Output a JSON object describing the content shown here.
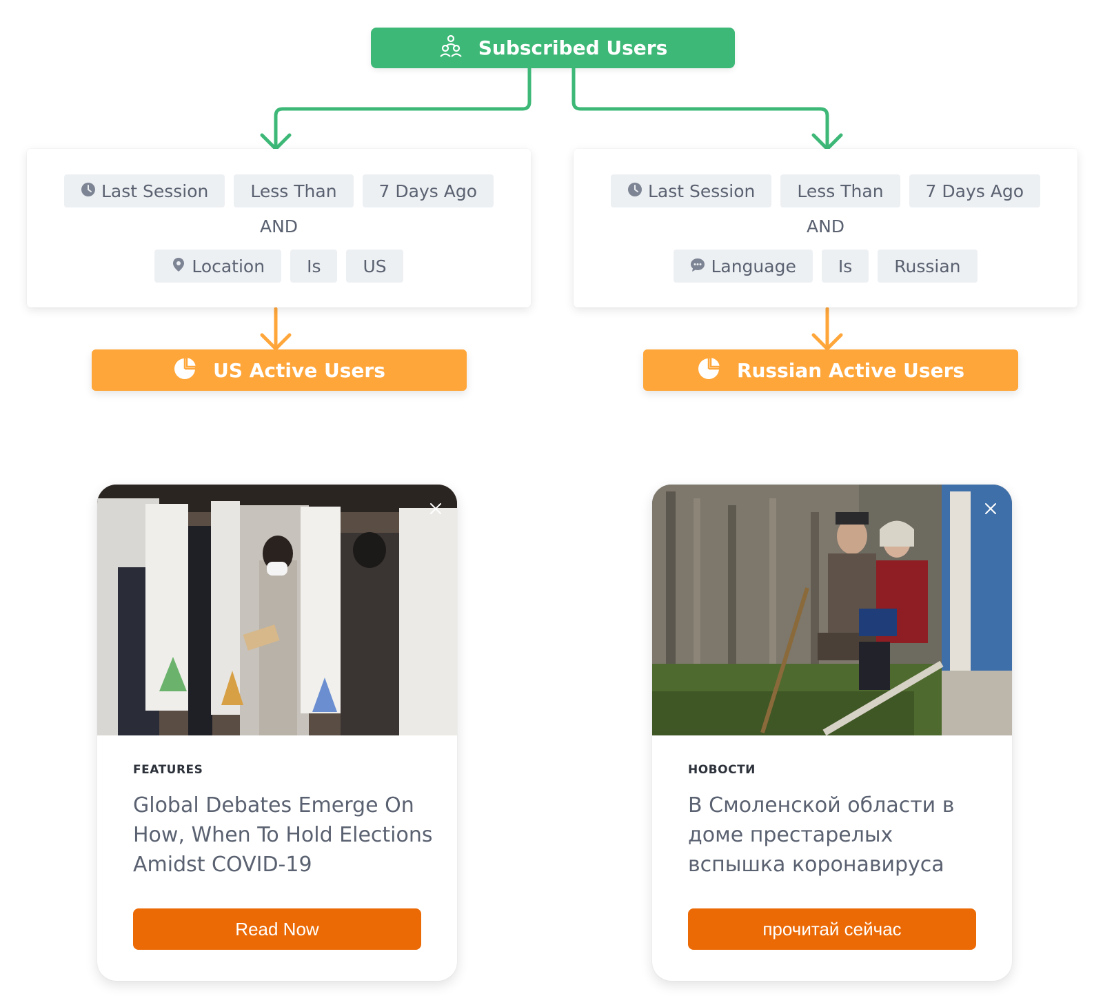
{
  "root": {
    "label": "Subscribed Users",
    "icon": "users-group-icon",
    "color": "#3db877"
  },
  "filters": [
    {
      "condition1": {
        "field": "Last Session",
        "field_icon": "clock-icon",
        "operator": "Less Than",
        "value": "7 Days Ago"
      },
      "joiner": "AND",
      "condition2": {
        "field": "Location",
        "field_icon": "location-pin-icon",
        "operator": "Is",
        "value": "US"
      }
    },
    {
      "condition1": {
        "field": "Last Session",
        "field_icon": "clock-icon",
        "operator": "Less Than",
        "value": "7 Days Ago"
      },
      "joiner": "AND",
      "condition2": {
        "field": "Language",
        "field_icon": "speech-bubble-icon",
        "operator": "Is",
        "value": "Russian"
      }
    }
  ],
  "segments": [
    {
      "label": "US Active Users",
      "icon": "pie-chart-icon"
    },
    {
      "label": "Russian Active Users",
      "icon": "pie-chart-icon"
    }
  ],
  "messages": [
    {
      "kicker": "FEATURES",
      "headline": "Global Debates Emerge On How, When To Hold Elections Amidst COVID-19",
      "button": "Read Now",
      "image": "voting-booths-photo"
    },
    {
      "kicker": "НОВОСТИ",
      "headline": "В Смоленской области в доме престарелых вспышка коронавируса",
      "button": "прочитай сейчас",
      "image": "elderly-couple-photo"
    }
  ],
  "colors": {
    "green": "#3db877",
    "orange": "#ffa63a",
    "cta": "#eb6a06",
    "pill": "#edf0f3"
  }
}
